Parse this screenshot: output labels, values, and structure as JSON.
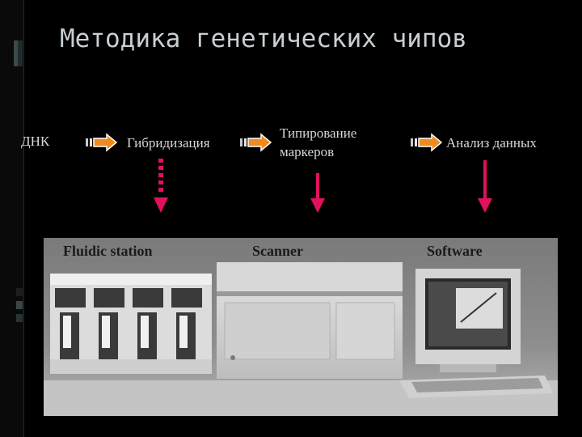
{
  "title": "Методика генетических чипов",
  "steps": {
    "dna": "ДНК",
    "hybridization": "Гибридизация",
    "typing_line1": "Типирование",
    "typing_line2": "маркеров",
    "analysis": "Анализ данных"
  },
  "photo_labels": {
    "fluidic": "Fluidic station",
    "scanner": "Scanner",
    "software": "Software"
  },
  "colors": {
    "arrow_orange": "#ef8a1e",
    "arrow_pink": "#e0115f",
    "title": "#c7cfd3"
  },
  "icons": [
    "right-arrow-icon",
    "down-arrow-icon",
    "dashed-down-arrow-icon"
  ]
}
